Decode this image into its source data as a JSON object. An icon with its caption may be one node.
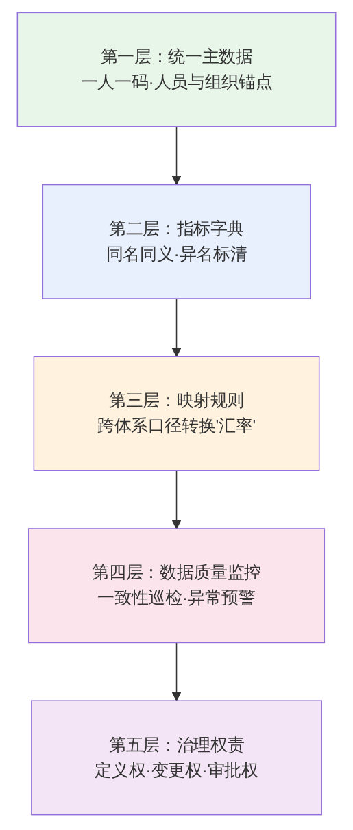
{
  "diagram": {
    "nodes": [
      {
        "text": [
          "第一层：统一主数据",
          "一人一码·人员与组织锚点"
        ]
      },
      {
        "text": [
          "第二层：指标字典",
          "同名同义·异名标清"
        ]
      },
      {
        "text": [
          "第三层：映射规则",
          "跨体系口径转换'汇率'"
        ]
      },
      {
        "text": [
          "第四层：数据质量监控",
          "一致性巡检·异常预警"
        ]
      },
      {
        "text": [
          "第五层：治理权责",
          "定义权·变更权·审批权"
        ]
      }
    ],
    "edges": [
      {
        "from": 0,
        "to": 1,
        "arrow": "to"
      },
      {
        "from": 1,
        "to": 2,
        "arrow": "to"
      },
      {
        "from": 2,
        "to": 3,
        "arrow": "to"
      },
      {
        "from": 3,
        "to": 4,
        "arrow": "to"
      }
    ]
  }
}
